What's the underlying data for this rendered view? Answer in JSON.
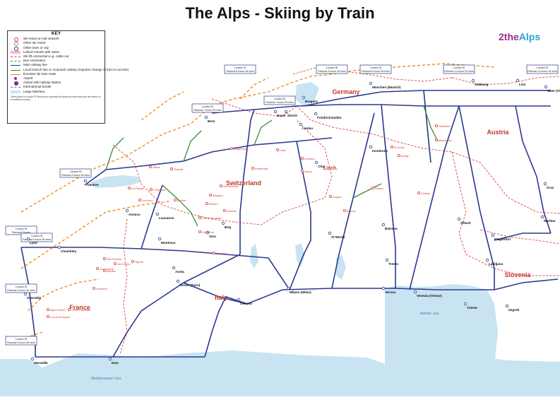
{
  "title": "The Alps - Skiing by Train",
  "logo": {
    "prefix": "2the",
    "suffix": "Alps"
  },
  "colors": {
    "rail": "#2b3990",
    "local_rail": "#3a8c3a",
    "eurostar": "#f08a24",
    "border": "#e2534b",
    "sea": "#c8e4f3",
    "lake": "#c8e4f3",
    "resort": "#d13a2e"
  },
  "key": {
    "heading": "KEY",
    "items": [
      "Ski resort on rail network",
      "Other ski resort",
      "Other town or city",
      "Linked resorts with name",
      "Ski lift connection e.g. cable car",
      "Bus connection",
      "Main railway line",
      "Local branch line or mountain railway (requires change of train to access)",
      "Eurostar ski train route",
      "Airport",
      "Airport with railway station",
      "International border",
      "Large lake/sea"
    ],
    "note": "Times given to London St Pancras are typically the fastest journey times and are based on a weekend morning"
  },
  "countries": [
    "Germany",
    "Austria",
    "Switzerland",
    "Liech.",
    "France",
    "Italy",
    "Slovenia"
  ],
  "seas": [
    "Mediterranean Sea",
    "Adriatic Sea"
  ],
  "time_boxes": [
    "London St Pancras 8 hours 35 mins",
    "London St Pancras 9 hours 35 mins",
    "London St Pancras 8 hours 35 mins",
    "London St Pancras 11 hours 52 mins",
    "London St Pancras 13 hours 15 mins",
    "London St Pancras 7 hours 35 mins",
    "London St Pancras 7 hours 20 mins",
    "London St Pancras 5 hours 35 mins",
    "London St Pancras 5 hours",
    "London St Pancras 6 hours 30 mins",
    "London St Pancras 6 hours 45 mins",
    "London St Pancras 6 hours 35 mins"
  ],
  "cities": [
    "Zürich",
    "Bern",
    "München (Munich)",
    "Salzburg",
    "Linz",
    "Wien (Vienna)",
    "Innsbruck",
    "Genève",
    "Lyon",
    "Chambéry",
    "Grenoble",
    "Marseille",
    "Nice",
    "Torino (Turin)",
    "Milano (Milan)",
    "Genova",
    "Venezia (Venice)",
    "Verona",
    "Bolzano",
    "Trento",
    "Villach",
    "Klagenfurt",
    "Graz",
    "Ljubljana",
    "Trieste",
    "Zagreb",
    "Friedrichshafen",
    "Lindau",
    "Chur",
    "Brig",
    "Sion",
    "Aosta",
    "Lausanne",
    "Montreux",
    "Annecy",
    "Bregenz",
    "Maribor",
    "St Moritz",
    "Basel"
  ],
  "resorts": [
    "Chamonix",
    "Val d'Isère",
    "Tignes",
    "Les Arcs",
    "La Plagne",
    "Méribel",
    "Courchevel",
    "Val Thorens",
    "Zermatt",
    "Verbier",
    "St Anton",
    "Ischgl",
    "Kitzbühel",
    "Sölden",
    "Mayrhofen",
    "Cortina",
    "Sestriere",
    "Alpe d'Huez",
    "Les Deux Alpes",
    "Serre Chevalier",
    "Davos",
    "Klosters",
    "Wengen",
    "Grindelwald",
    "Mürren",
    "Saas Fee",
    "Laax",
    "Andermatt",
    "Engelberg",
    "Gstaad",
    "Villars",
    "Crans Montana",
    "Cervinia",
    "Livigno",
    "Bormio"
  ]
}
